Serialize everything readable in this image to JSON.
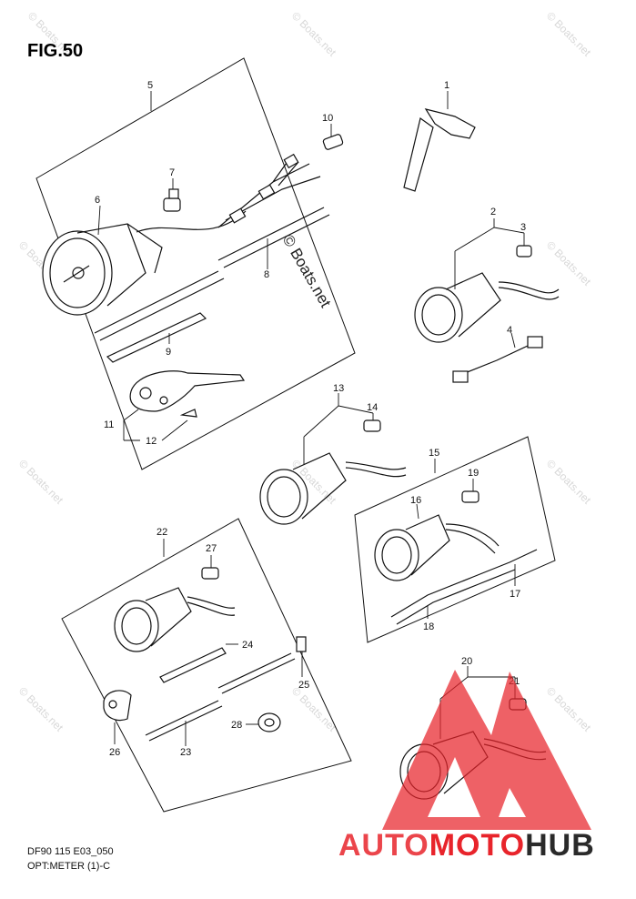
{
  "figure_title": "FIG.50",
  "footer": {
    "code": "DF90 115 E03_050",
    "caption": "OPT:METER (1)-C"
  },
  "watermark": {
    "small": "© Boats.net",
    "large": "© Boats.net"
  },
  "brand": {
    "part1": "AUTO",
    "part2": "MOTO",
    "part3": "HUB",
    "color_red": "#e8242b",
    "color_dark": "#2a2a2a"
  },
  "callouts": [
    "1",
    "2",
    "3",
    "4",
    "5",
    "6",
    "7",
    "8",
    "9",
    "10",
    "11",
    "12",
    "13",
    "14",
    "15",
    "16",
    "17",
    "18",
    "19",
    "20",
    "21",
    "22",
    "23",
    "24",
    "25",
    "26",
    "27",
    "28"
  ]
}
